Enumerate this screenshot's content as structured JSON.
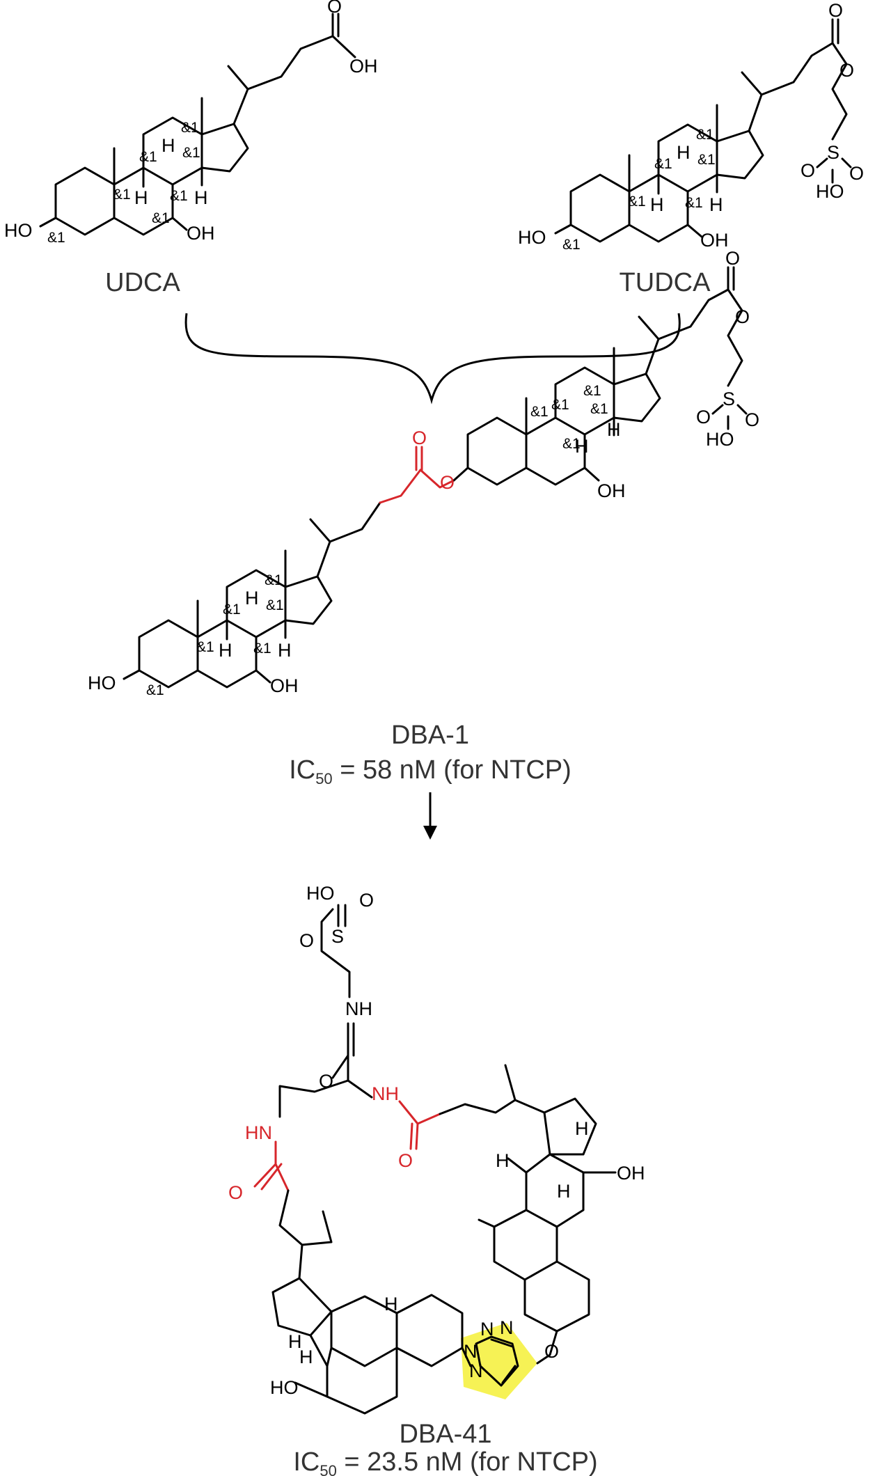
{
  "compounds": [
    {
      "name": "UDCA"
    },
    {
      "name": "TUDCA"
    },
    {
      "name": "DBA-1",
      "ic_prefix": "IC",
      "ic_sub": "50",
      "ic_value": " = 58 nM (for NTCP)"
    },
    {
      "name": "DBA-41",
      "ic_prefix": "IC",
      "ic_sub": "50",
      "ic_value": " = 23.5 nM (for NTCP)"
    }
  ],
  "atoms": {
    "OH": "OH",
    "HO": "HO",
    "O": "O",
    "S": "S",
    "H": "H",
    "NH": "NH",
    "HN": "HN",
    "N": "N",
    "stereo": "&1"
  },
  "colors": {
    "linker": "#d7262b",
    "triazole_highlight": "#f4ef2a",
    "text": "#333333"
  }
}
